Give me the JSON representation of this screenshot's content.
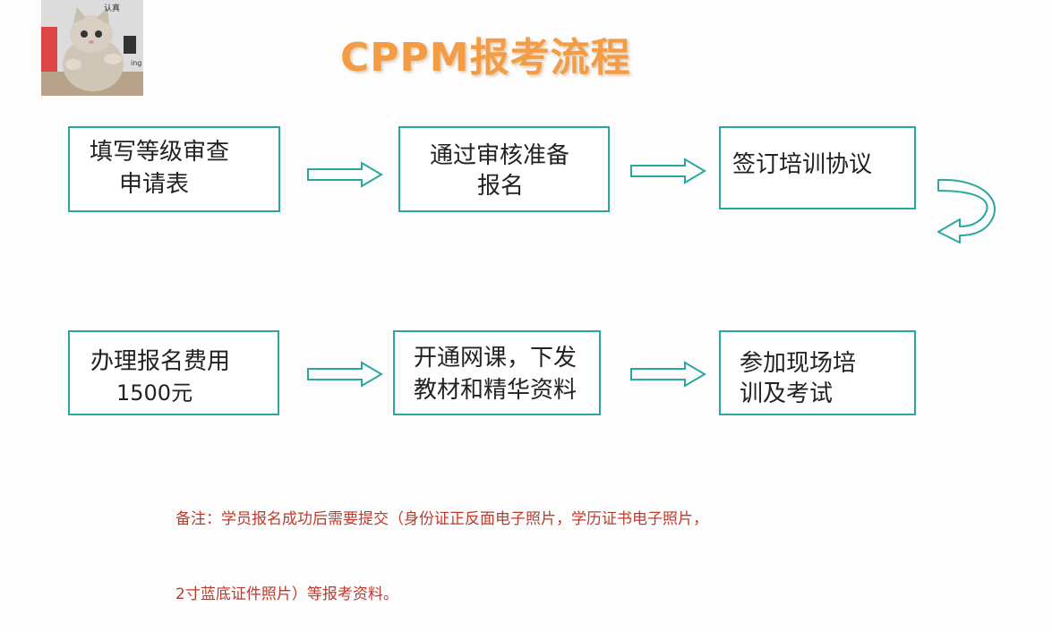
{
  "title": "CPPM报考流程",
  "thumbnail": {
    "badge": "认真",
    "side_text": "ing",
    "picture": "cat-photo"
  },
  "colors": {
    "box_border": "#2aa89f",
    "title": "#f39c46",
    "note": "#c0392b"
  },
  "steps": [
    {
      "line1": "填写等级审查",
      "line2": "申请表"
    },
    {
      "line1": "通过审核准备",
      "line2": "报名"
    },
    {
      "line1": "签订培训协议",
      "line2": ""
    },
    {
      "line1": "办理报名费用",
      "line2": "1500元"
    },
    {
      "line1": "开通网课，下发",
      "line2": "教材和精华资料"
    },
    {
      "line1": "参加现场培",
      "line2": "训及考试"
    }
  ],
  "note": {
    "line1": "备注：学员报名成功后需要提交（身份证正反面电子照片，学历证书电子照片，",
    "line2": "2寸蓝底证件照片）等报考资料。"
  }
}
